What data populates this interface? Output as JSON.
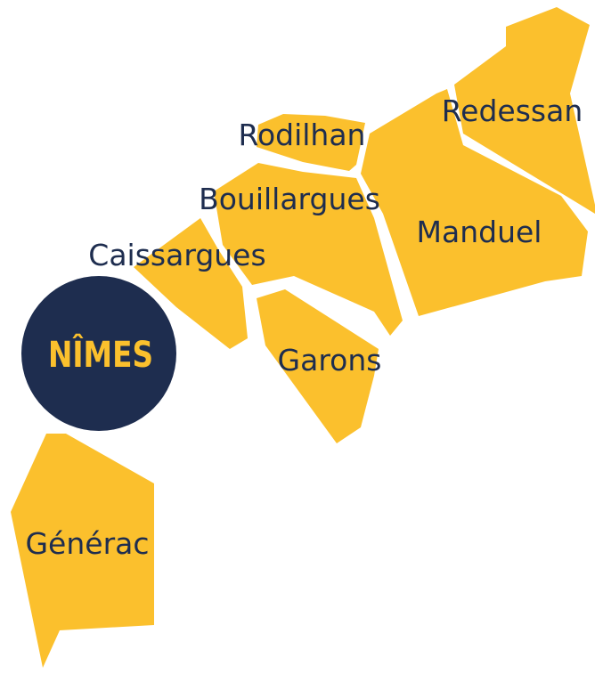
{
  "map": {
    "center_city": "NÎMES",
    "communes": [
      {
        "id": "redessan",
        "name": "Redessan"
      },
      {
        "id": "rodilhan",
        "name": "Rodilhan"
      },
      {
        "id": "bouillargues",
        "name": "Bouillargues"
      },
      {
        "id": "manduel",
        "name": "Manduel"
      },
      {
        "id": "caissargues",
        "name": "Caissargues"
      },
      {
        "id": "garons",
        "name": "Garons"
      },
      {
        "id": "generac",
        "name": "Générac"
      }
    ]
  },
  "colors": {
    "region_fill": "#FBC02D",
    "label_text": "#1E2D4F",
    "center_circle": "#1E2D4F",
    "center_text": "#FBC02D",
    "background": "#FFFFFF"
  }
}
